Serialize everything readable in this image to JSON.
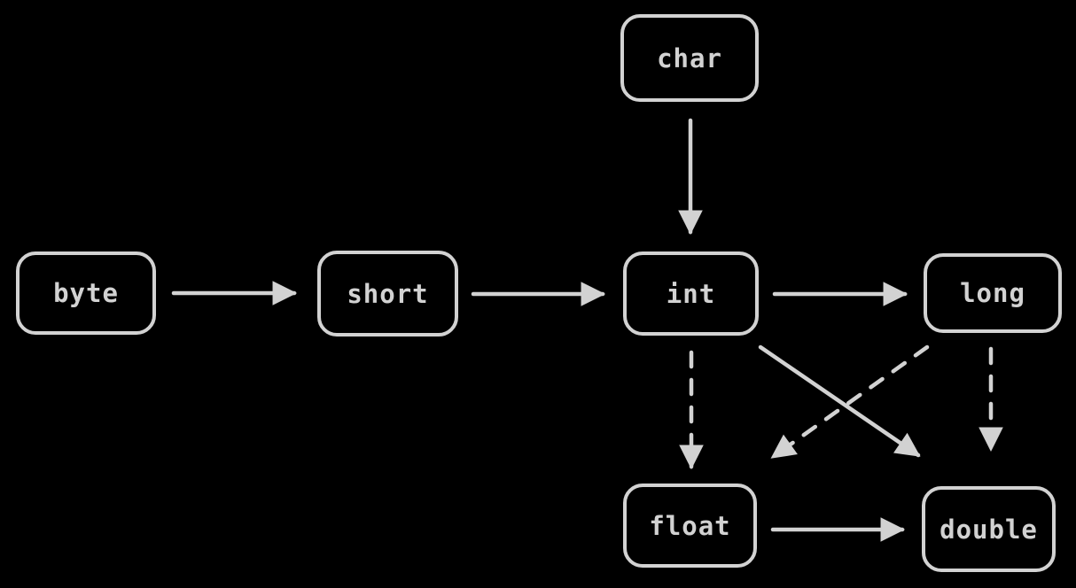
{
  "diagram": {
    "type": "flowchart",
    "description_visible": "",
    "nodes": [
      {
        "id": "byte",
        "label": "byte"
      },
      {
        "id": "short",
        "label": "short"
      },
      {
        "id": "char",
        "label": "char"
      },
      {
        "id": "int",
        "label": "int"
      },
      {
        "id": "long",
        "label": "long"
      },
      {
        "id": "float",
        "label": "float"
      },
      {
        "id": "double",
        "label": "double"
      }
    ],
    "edges": [
      {
        "from": "byte",
        "to": "short",
        "style": "solid"
      },
      {
        "from": "short",
        "to": "int",
        "style": "solid"
      },
      {
        "from": "char",
        "to": "int",
        "style": "solid"
      },
      {
        "from": "int",
        "to": "long",
        "style": "solid"
      },
      {
        "from": "int",
        "to": "float",
        "style": "dashed"
      },
      {
        "from": "int",
        "to": "double",
        "style": "solid"
      },
      {
        "from": "long",
        "to": "float",
        "style": "dashed"
      },
      {
        "from": "long",
        "to": "double",
        "style": "dashed"
      },
      {
        "from": "float",
        "to": "double",
        "style": "solid"
      }
    ],
    "colors": {
      "stroke": "#d2d2d2",
      "background": "#000000"
    }
  }
}
